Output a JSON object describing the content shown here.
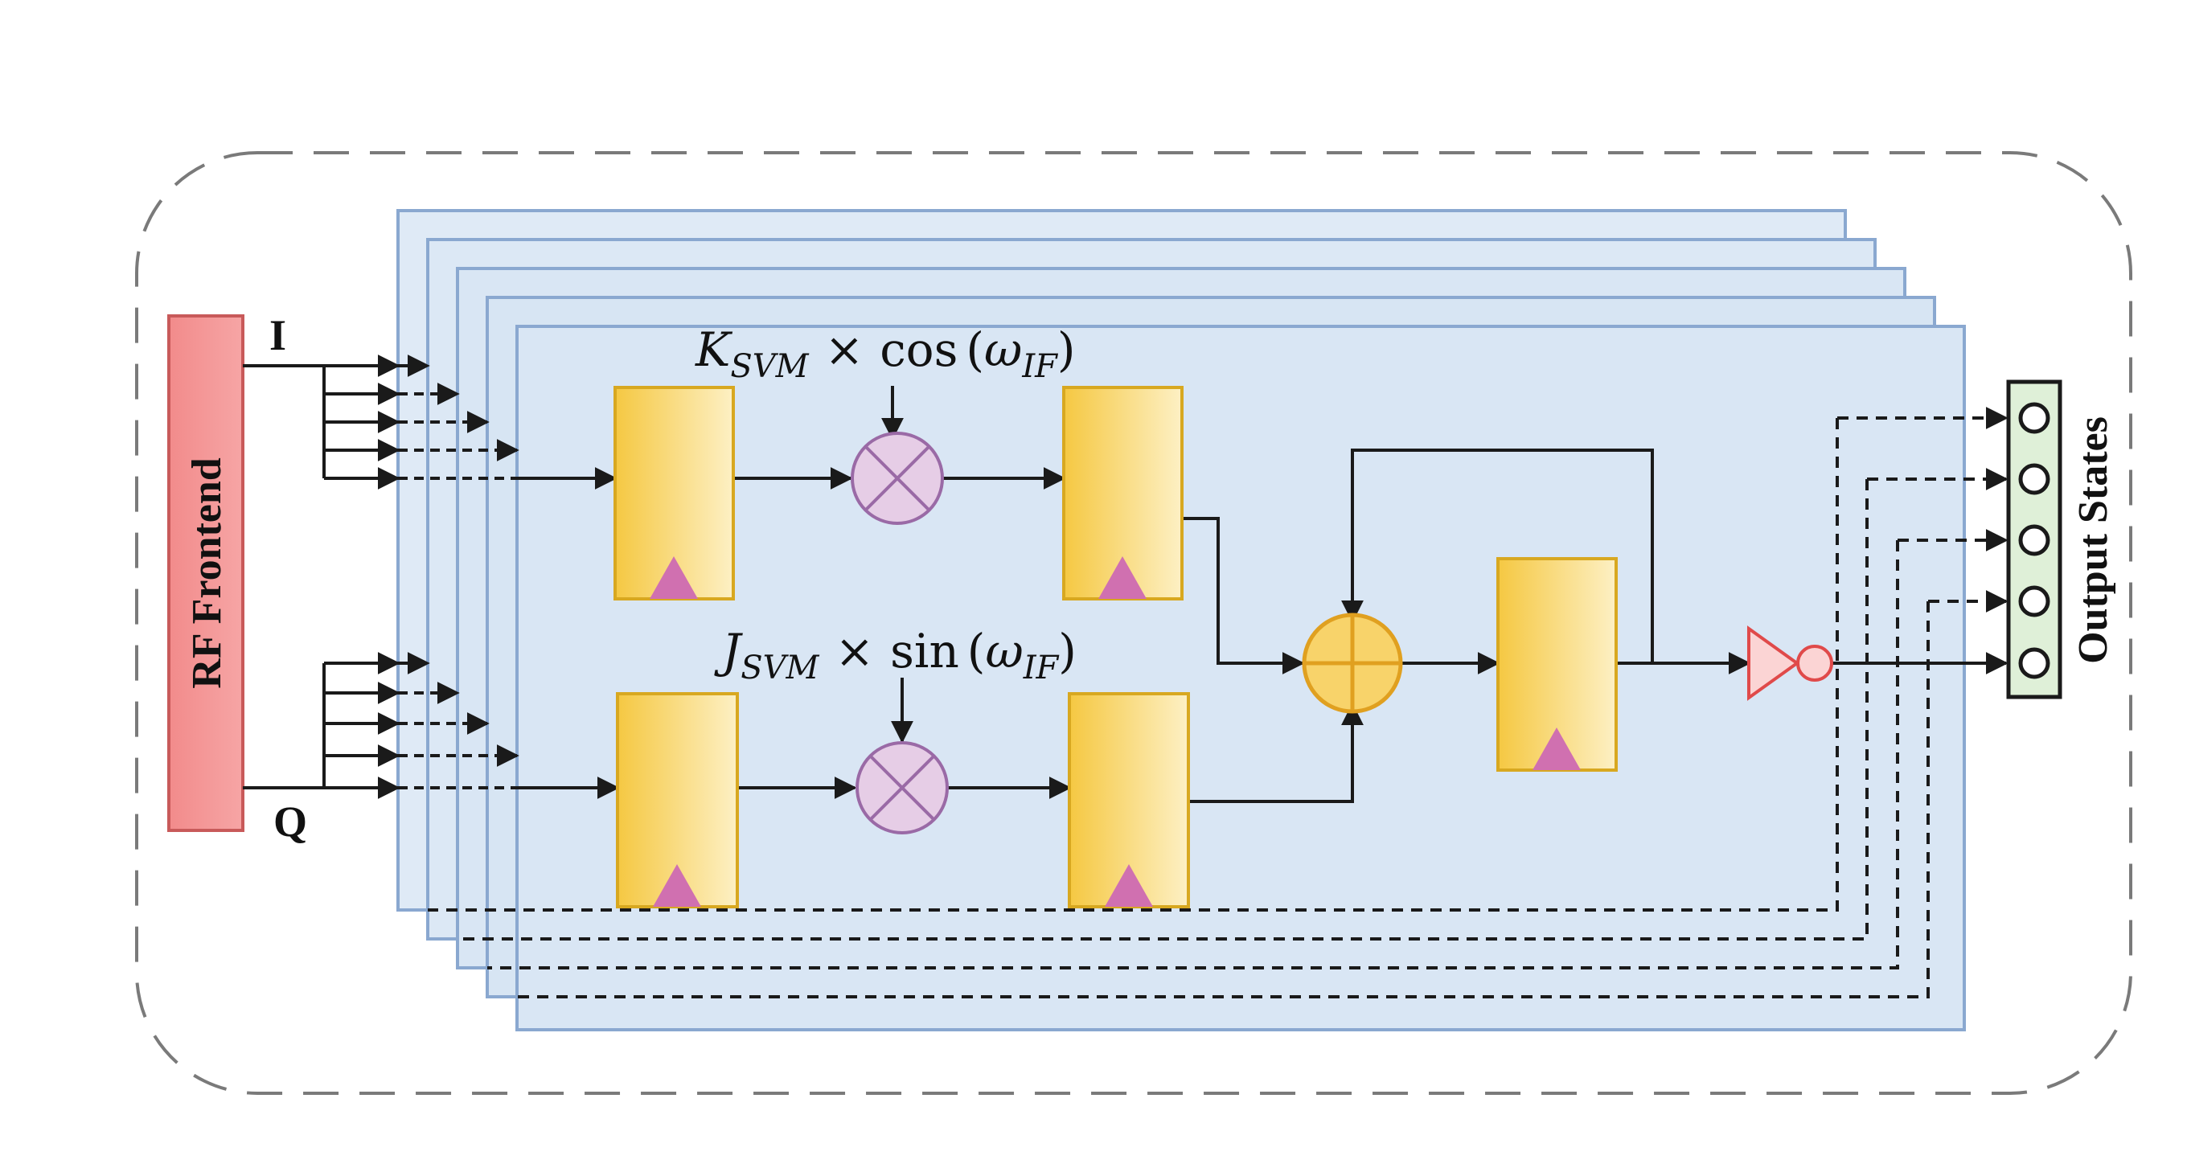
{
  "rf_frontend": {
    "label": "RF Frontend",
    "color": "#f08a8a"
  },
  "inputs": {
    "i_label": "I",
    "q_label": "Q"
  },
  "top_formula": {
    "coef": "K",
    "coef_sub": "SVM",
    "op": "×",
    "fn": "cos",
    "arg": "ω",
    "arg_sub": "IF"
  },
  "bottom_formula": {
    "coef": "J",
    "coef_sub": "SVM",
    "op": "×",
    "fn": "sin",
    "arg": "ω",
    "arg_sub": "IF"
  },
  "output": {
    "label": "Output States",
    "count": 5
  },
  "colors": {
    "layer_fill": "#dce9f6",
    "layer_stroke": "#8aa8d0",
    "register_fill": "#f6cf4a",
    "register_stroke": "#d8a820",
    "clock_marker": "#d070b0",
    "mixer_fill": "#e6cde6",
    "mixer_stroke": "#9a6aa6",
    "adder_fill": "#f8d36a",
    "adder_stroke": "#e0a020",
    "inverter": "#e04a4a",
    "output_fill": "#dff0d8"
  }
}
